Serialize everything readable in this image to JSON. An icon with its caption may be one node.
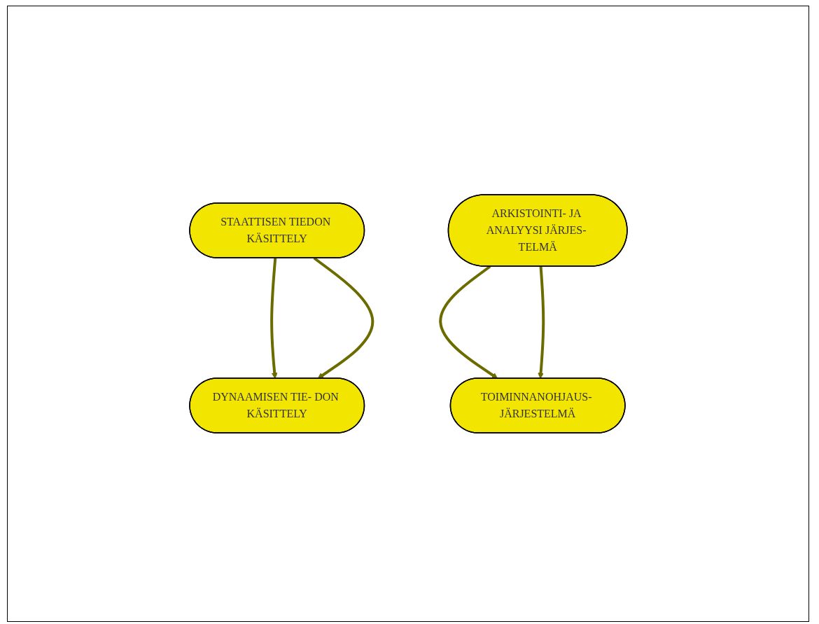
{
  "diagram": {
    "nodes": [
      {
        "text": [
          "STAATTISEN TIEDON KÄSITTELY"
        ]
      },
      {
        "text": [
          "ARKISTOINTI- JA ANALYYSI JÄRJES- TELMÄ"
        ]
      },
      {
        "text": [
          "DYNAAMISEN TIE- DON KÄSITTELY"
        ]
      },
      {
        "text": [
          "TOIMINNANOHJAUS- JÄRJESTELMÄ"
        ]
      }
    ],
    "edges": [
      {
        "from": 0,
        "to": 2,
        "arrow": "to"
      },
      {
        "from": 0,
        "to": 2,
        "arrow": "to"
      },
      {
        "from": 1,
        "to": 3,
        "arrow": "to"
      },
      {
        "from": 1,
        "to": 3,
        "arrow": "to"
      }
    ]
  }
}
